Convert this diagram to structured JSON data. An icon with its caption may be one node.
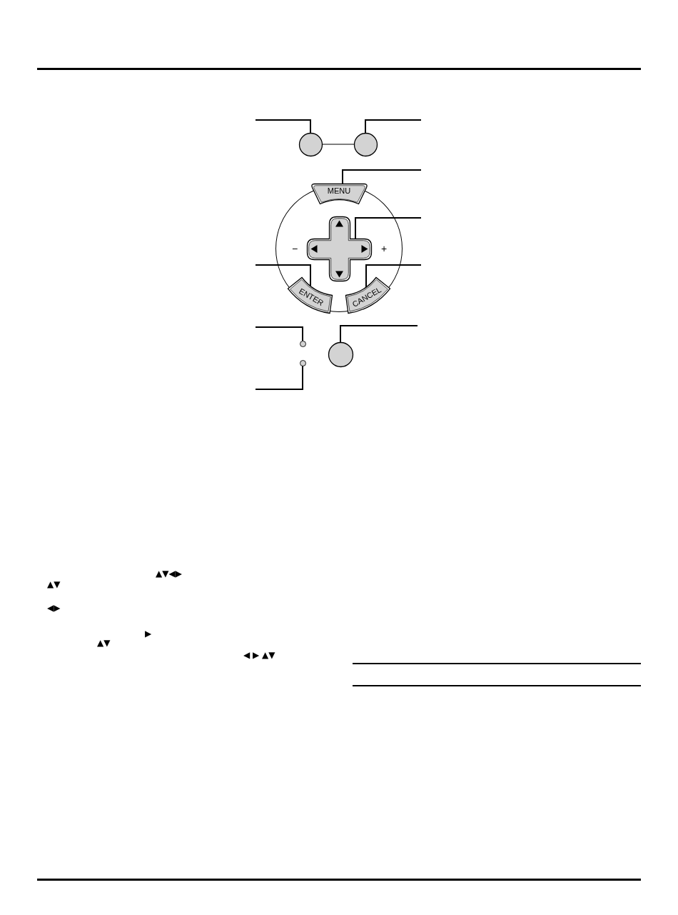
{
  "diagram": {
    "nodes": [
      {
        "text": [],
        "shape": "circle"
      },
      {
        "text": [],
        "shape": "circle"
      },
      {
        "text": [
          "−",
          "+"
        ]
      },
      {
        "text": [
          "MENU"
        ],
        "in": 2
      },
      {
        "text": [],
        "shape": "cross",
        "in": 2
      },
      {
        "text": [
          "ENTER"
        ],
        "in": 2
      },
      {
        "text": [
          "CANCEL"
        ],
        "in": 2
      },
      {
        "text": [],
        "shape": "circle"
      },
      {
        "text": [],
        "shape": "circle"
      },
      {
        "text": [],
        "shape": "circle"
      }
    ],
    "edges": [
      {
        "from": 0,
        "to": 1,
        "arrow": "none"
      },
      {
        "from": null,
        "to": 0,
        "arrow": "none"
      },
      {
        "from": null,
        "to": 1,
        "arrow": "none"
      },
      {
        "from": null,
        "to": 3,
        "arrow": "none"
      },
      {
        "from": null,
        "to": 4,
        "arrow": "none"
      },
      {
        "from": null,
        "to": 5,
        "arrow": "none"
      },
      {
        "from": null,
        "to": 6,
        "arrow": "none"
      },
      {
        "from": null,
        "to": 7,
        "arrow": "none"
      },
      {
        "from": null,
        "to": 8,
        "arrow": "none"
      },
      {
        "from": null,
        "to": 9,
        "arrow": "none"
      }
    ],
    "labels": [
      "▲▼◀▶",
      "▲▼",
      "◀▶",
      "▶",
      "▲▼",
      "◀ ▶ ▲▼"
    ]
  }
}
